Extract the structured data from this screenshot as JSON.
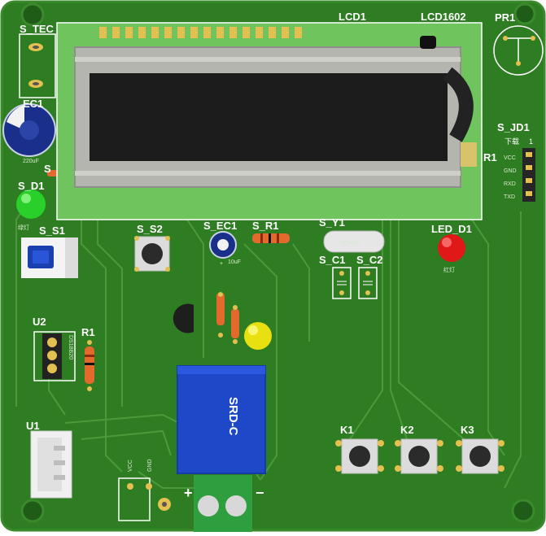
{
  "colors": {
    "pcb": "#2f7d22",
    "pcb_edge": "#3a8a2c",
    "trace": "#4b9a3a",
    "lcd_frame": "#6fc45e",
    "lcd_bezel": "#b5b5b0",
    "lcd_screen": "#1c1c1c",
    "gold": "#e4c050",
    "relay_blue": "#1e48c8",
    "terminal_green": "#2e9e3e",
    "led_red": "#e01818",
    "led_green": "#2ad02a",
    "led_yellow": "#e8e010",
    "switch_blue": "#1a3fae"
  },
  "labels": {
    "s_tec": "S_TEC",
    "lcd1": "LCD1",
    "lcd1602": "LCD1602",
    "pr1": "PR1",
    "ec1": "EC1",
    "ec1_value": "220uF",
    "s_fragment": "S",
    "s_d1": "S_D1",
    "s_d1_note": "绿灯",
    "s_jd1": "S_JD1",
    "download": "下载",
    "download_pin": "1",
    "r1_right": "R1",
    "jd_pins": [
      "VCC",
      "GND",
      "RXD",
      "TXD"
    ],
    "s_s1": "S_S1",
    "s_s2": "S_S2",
    "s_ec1": "S_EC1",
    "s_ec1_value": "10uF",
    "s_r1": "S_R1",
    "s_y1": "S_Y1",
    "crystal": "HC-49S",
    "led_d1": "LED_D1",
    "led_d1_note": "红灯",
    "s_c1": "S_C1",
    "s_c2": "S_C2",
    "u2": "U2",
    "u2_part": "DS18B20",
    "r1": "R1",
    "relay_part": "SRD-C",
    "u1": "U1",
    "k1": "K1",
    "k2": "K2",
    "k3": "K3",
    "vcc": "VCC",
    "gnd": "GND",
    "plus": "+",
    "minus": "−"
  }
}
